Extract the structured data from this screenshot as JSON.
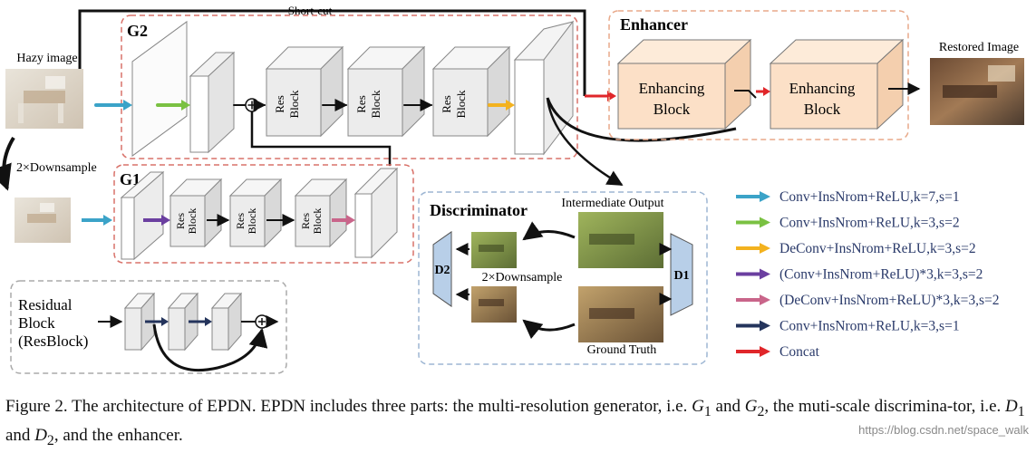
{
  "labels": {
    "short_cut": "Short-cut",
    "hazy_image": "Hazy  image",
    "g2": "G2",
    "g1": "G1",
    "downsample_left": "2×Downsample",
    "res": "Res",
    "block": "Block",
    "enhancer": "Enhancer",
    "enhancing_1": "Enhancing",
    "block_word": "Block",
    "restored_image": "Restored Image",
    "discriminator": "Discriminator",
    "intermediate_output": "Intermediate  Output",
    "downsample_disc": "2×Downsample",
    "ground_truth": "Ground Truth",
    "d1": "D1",
    "d2": "D2",
    "residual_1": "Residual",
    "residual_2": "Block",
    "residual_3": "(ResBlock)"
  },
  "legend": [
    {
      "color": "#3ba3c8",
      "label": "Conv+InsNrom+ReLU,k=7,s=1"
    },
    {
      "color": "#7ac142",
      "label": "Conv+InsNrom+ReLU,k=3,s=2"
    },
    {
      "color": "#f3b21f",
      "label": "DeConv+InsNrom+ReLU,k=3,s=2"
    },
    {
      "color": "#6b3fa0",
      "label": "(Conv+InsNrom+ReLU)*3,k=3,s=2"
    },
    {
      "color": "#c9658a",
      "label": "(DeConv+InsNrom+ReLU)*3,k=3,s=2"
    },
    {
      "color": "#24345c",
      "label": "Conv+InsNrom+ReLU,k=3,s=1"
    },
    {
      "color": "#e0262a",
      "label": "Concat"
    }
  ],
  "caption": {
    "p1": "Figure 2. The architecture of EPDN. EPDN includes three parts: the multi-resolution generator, i.e. ",
    "g1": "G",
    "g1_sub": "1",
    "and1": " and ",
    "g2": "G",
    "g2_sub": "2",
    "p2": ", the muti-scale discrimina-tor, i.e. ",
    "d1": "D",
    "d1_sub": "1",
    "and2": " and ",
    "d2": "D",
    "d2_sub": "2",
    "p3": ", and the enhancer."
  },
  "watermark": "https://blog.csdn.net/space_walk"
}
